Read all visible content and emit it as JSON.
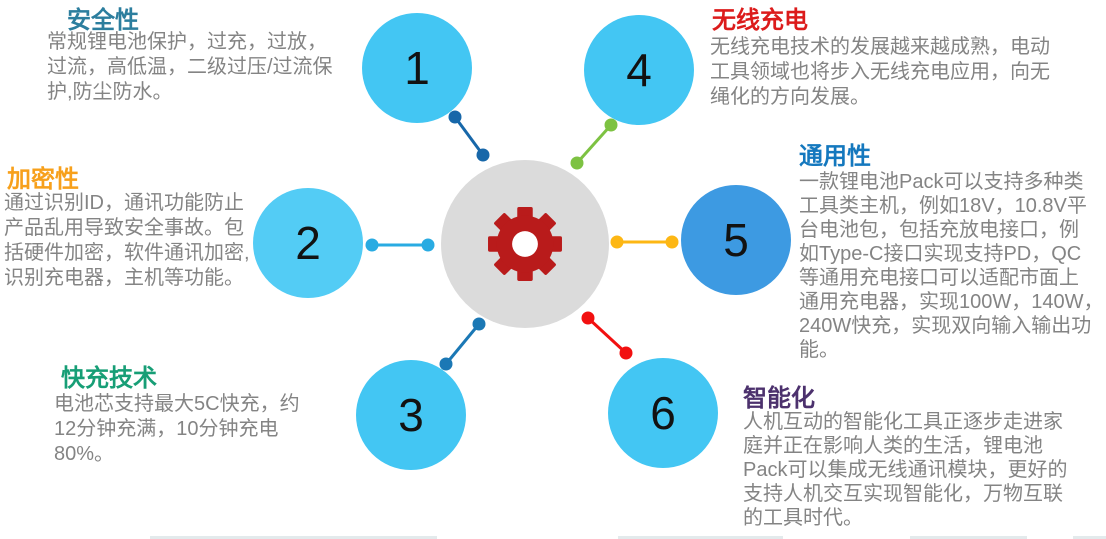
{
  "figure": {
    "body_text_color": "#848484",
    "center": {
      "circle_color": "#dbdbdb",
      "gear_color": "#b91b1b"
    },
    "sections": [
      {
        "number": "1",
        "title": "安全性",
        "title_color": "#2c7e9e",
        "circle_color": "#43c6f3",
        "connector_color": "#1767a9",
        "body": "常规锂电池保护，过充，过放，\n过流，高低温，二级过压/过流保\n护,防尘防水。"
      },
      {
        "number": "2",
        "title": "加密性",
        "title_color": "#f7a01b",
        "circle_color": "#53ccf5",
        "connector_color": "#29abe2",
        "body": "通过识别ID，通讯功能防止\n产品乱用导致安全事故。包\n括硬件加密，软件通讯加密,\n识别充电器，主机等功能。"
      },
      {
        "number": "3",
        "title": "快充技术",
        "title_color": "#179e76",
        "circle_color": "#43c6f3",
        "connector_color": "#1b78b5",
        "body": "电池芯支持最大5C快充，约\n12分钟充满，10分钟充电\n80%。"
      },
      {
        "number": "4",
        "title": "无线充电",
        "title_color": "#dc1b1b",
        "circle_color": "#43c6f3",
        "connector_color": "#7dc242",
        "body": "无线充电技术的发展越来越成熟，电动\n工具领域也将步入无线充电应用，向无\n绳化的方向发展。"
      },
      {
        "number": "5",
        "title": "通用性",
        "title_color": "#1478be",
        "circle_color": "#3d9ae2",
        "connector_color": "#fdb714",
        "body": "一款锂电池Pack可以支持多种类\n工具类主机，例如18V，10.8V平\n台电池包，包括充放电接口，例\n如Type-C接口实现支持PD，QC\n等通用充电接口可以适配市面上\n通用充电器，实现100W，140W，\n240W快充，实现双向输入输出功\n能。"
      },
      {
        "number": "6",
        "title": "智能化",
        "title_color": "#4c316d",
        "circle_color": "#43c6f3",
        "connector_color": "#f21010",
        "body": "人机互动的智能化工具正逐步走进家\n庭并正在影响人类的生活，锂电池\nPack可以集成无线通讯模块，更好的\n支持人机交互实现智能化，万物互联\n的工具时代。"
      }
    ]
  }
}
